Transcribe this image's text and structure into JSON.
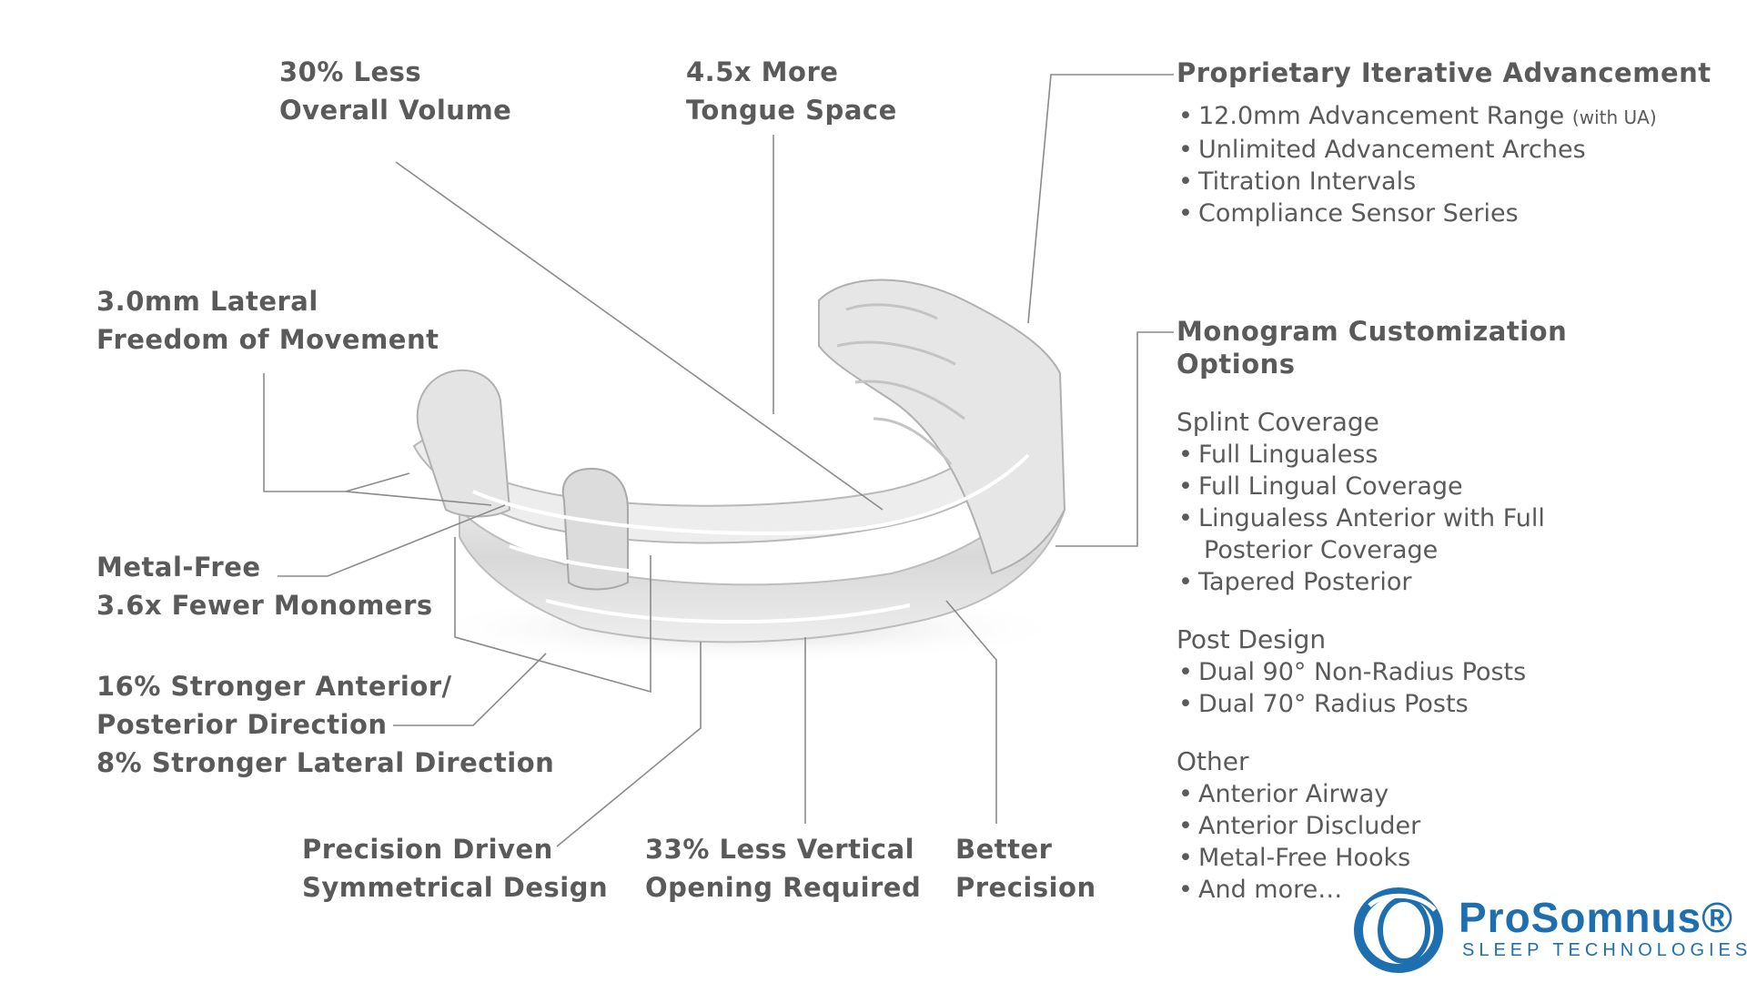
{
  "callouts": {
    "volume": [
      "30% Less",
      "Overall Volume"
    ],
    "tongue": [
      "4.5x More",
      "Tongue Space"
    ],
    "lateral": [
      "3.0mm Lateral",
      "Freedom of Movement"
    ],
    "metal": [
      "Metal-Free",
      "3.6x Fewer Monomers"
    ],
    "stronger": [
      "16% Stronger Anterior/",
      "Posterior Direction",
      "8% Stronger Lateral Direction"
    ],
    "symmetrical": [
      "Precision Driven",
      "Symmetrical Design"
    ],
    "vertical": [
      "33% Less Vertical",
      "Opening Required"
    ],
    "precision": [
      "Better",
      "Precision"
    ]
  },
  "advancement": {
    "heading": "Proprietary Iterative Advancement",
    "items": [
      "12.0mm Advancement Range",
      "Unlimited Advancement Arches",
      "Titration Intervals",
      "Compliance Sensor Series"
    ],
    "range_note": "(with UA)"
  },
  "monogram": {
    "heading": [
      "Monogram Customization",
      "Options"
    ],
    "groups": [
      {
        "title": "Splint Coverage",
        "items": [
          "Full Lingualess",
          "Full Lingual Coverage",
          "Lingualess Anterior with Full",
          "Posterior Coverage",
          "Tapered Posterior"
        ]
      },
      {
        "title": "Post Design",
        "items": [
          "Dual 90° Non-Radius Posts",
          "Dual 70° Radius Posts"
        ]
      },
      {
        "title": "Other",
        "items": [
          "Anterior Airway",
          "Anterior Discluder",
          "Metal-Free Hooks",
          "And more…"
        ]
      }
    ]
  },
  "logo": {
    "brand": "ProSomnus®",
    "tagline": "SLEEP TECHNOLOGIES",
    "color": "#1e6fb0"
  },
  "colors": {
    "text": "#5a5a5a",
    "line": "#8a8a8a"
  }
}
